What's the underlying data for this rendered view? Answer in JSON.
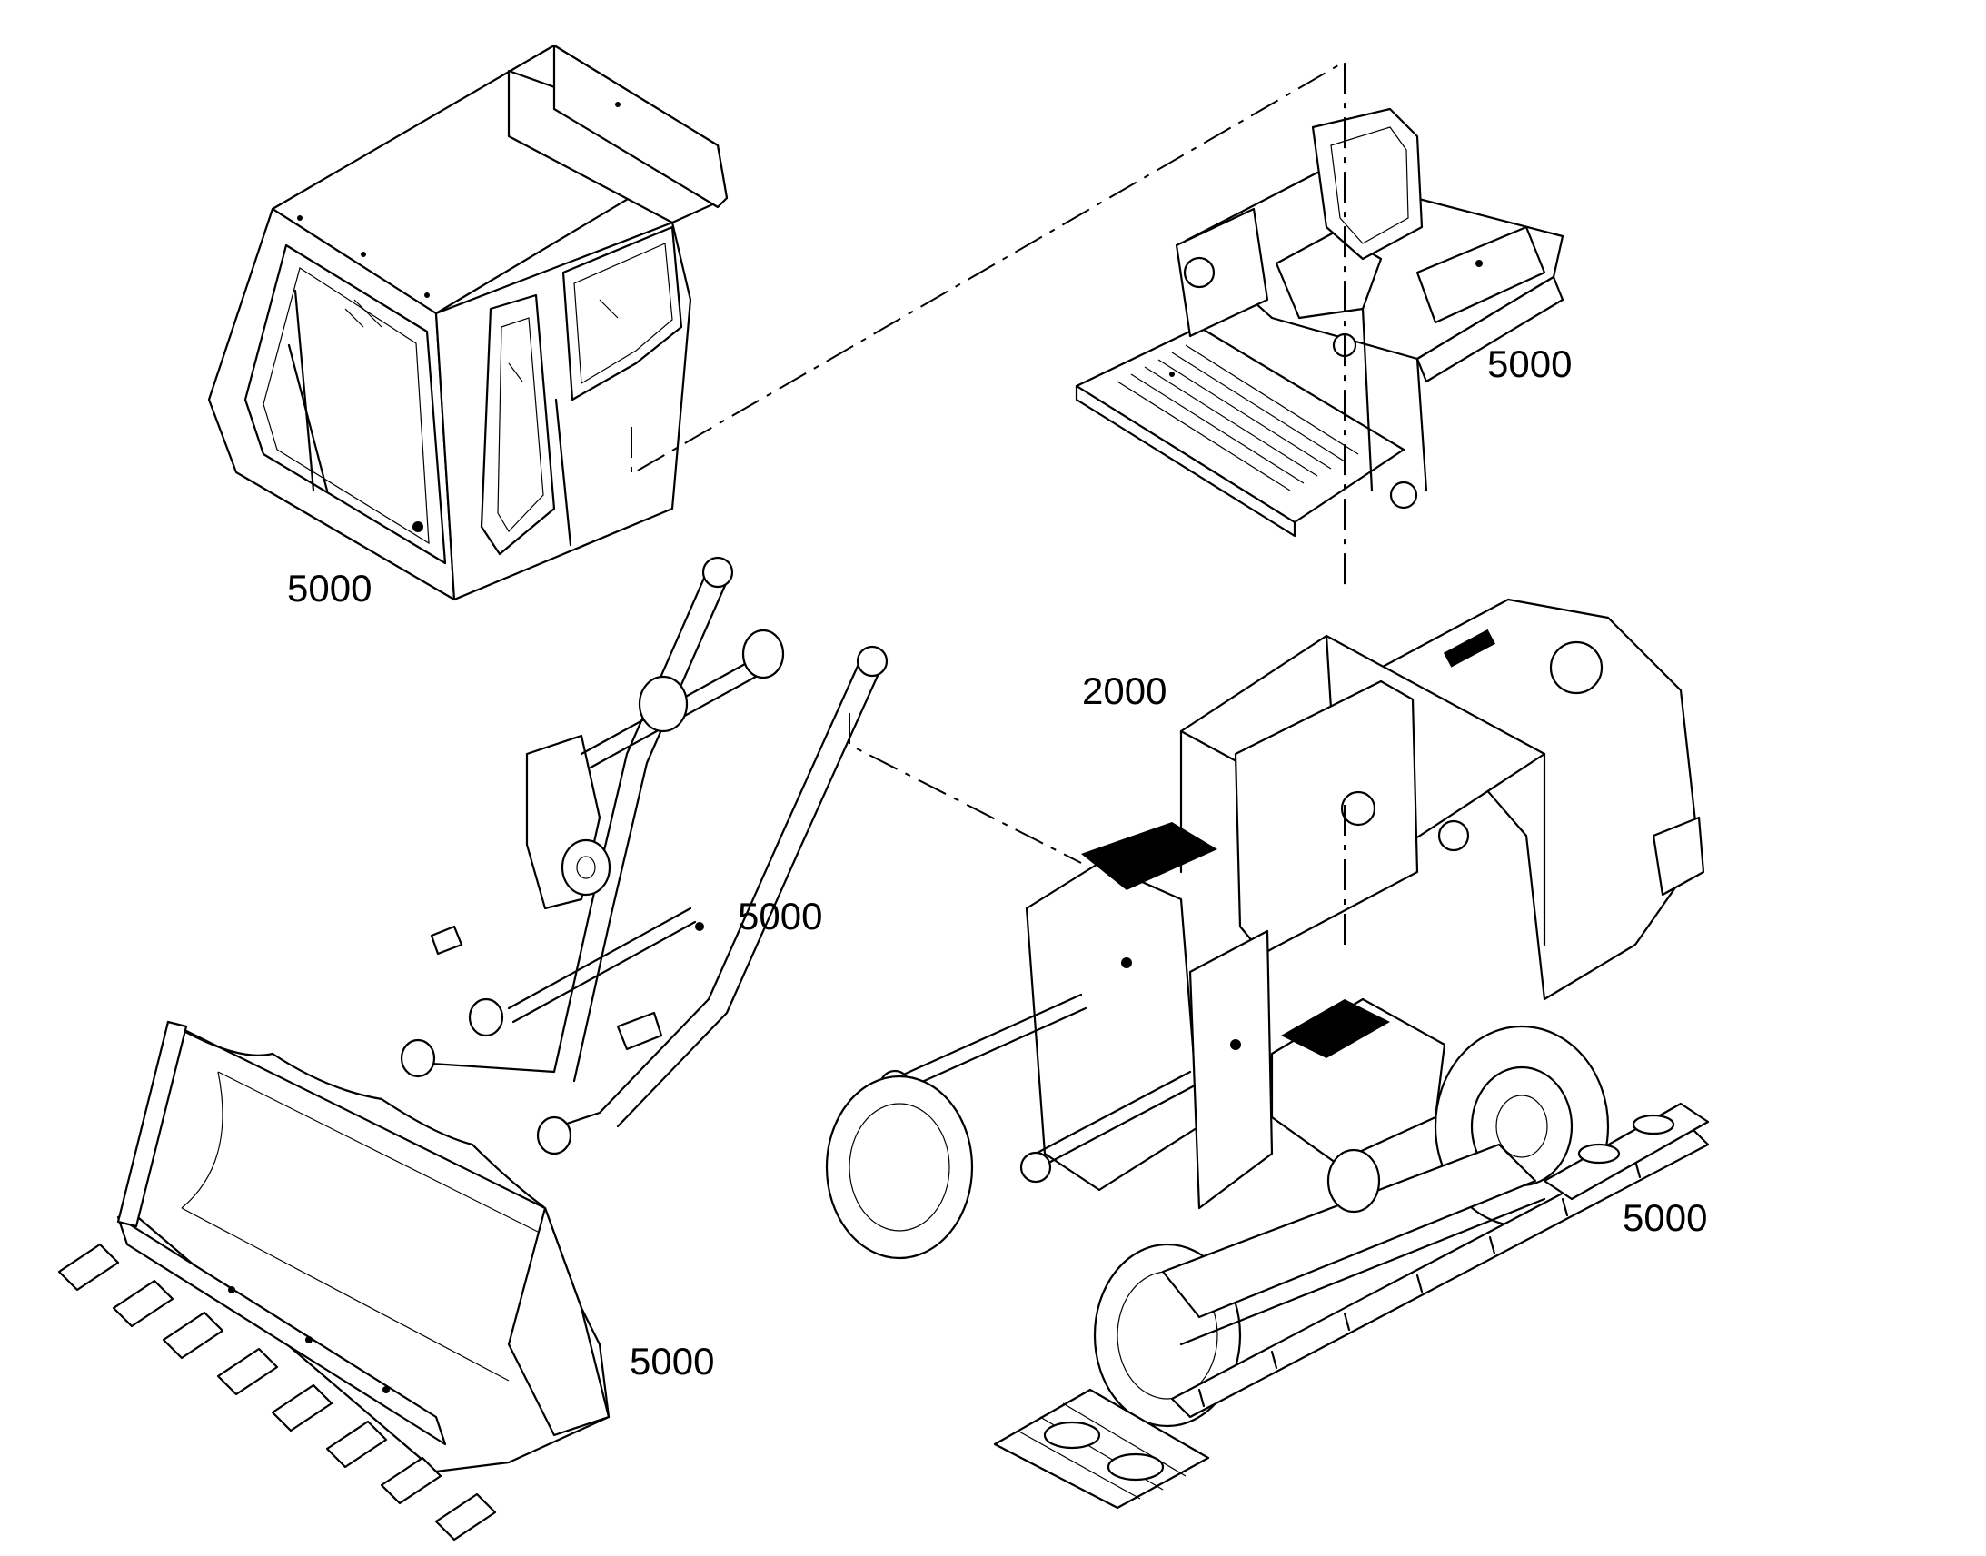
{
  "callouts": {
    "cab": "5000",
    "operator_platform": "5000",
    "main_frame": "2000",
    "loader_arm": "5000",
    "bucket": "5000",
    "track_chain": "5000"
  },
  "icons": [
    "cab-assembly",
    "operator-platform-assembly",
    "main-frame-assembly",
    "loader-arm-assembly",
    "bucket-assembly",
    "track-chain-assembly"
  ],
  "colors": {
    "line": "#000000",
    "background": "#ffffff"
  }
}
